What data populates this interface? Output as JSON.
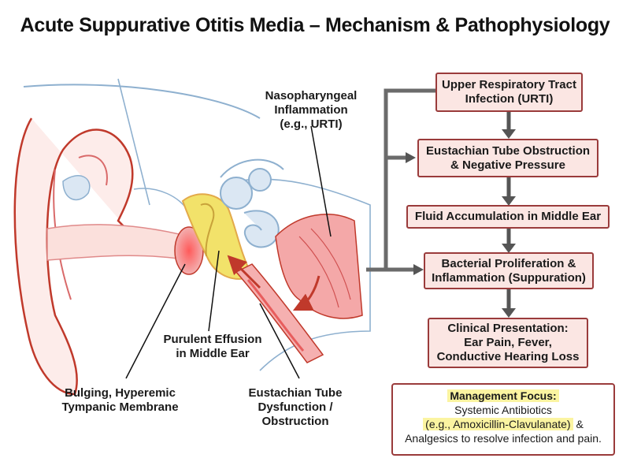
{
  "title": "Acute Suppurative Otitis Media – Mechanism & Pathophysiology",
  "labels": {
    "nasopharyngeal": [
      "Nasopharyngeal",
      "Inflammation",
      "(e.g., URTI)"
    ],
    "purulent": [
      "Purulent Effusion",
      "in Middle Ear"
    ],
    "tympanic": [
      "Bulging, Hyperemic",
      "Tympanic Membrane"
    ],
    "eustachian": [
      "Eustachian Tube",
      "Dysfunction /",
      "Obstruction"
    ]
  },
  "flow": [
    [
      "Upper Respiratory Tract",
      "Infection (URTI)"
    ],
    [
      "Eustachian Tube Obstruction",
      "& Negative Pressure"
    ],
    [
      "Fluid Accumulation in Middle Ear"
    ],
    [
      "Bacterial Proliferation &",
      "Inflammation (Suppuration)"
    ],
    [
      "Clinical Presentation:",
      "Ear Pain, Fever,",
      "Conductive Hearing Loss"
    ]
  ],
  "management": {
    "title": "Management Focus:",
    "line1": "Systemic Antibiotics",
    "drug": "(e.g., Amoxicillin-Clavulanate)",
    "amp": " &",
    "line3": "Analgesics to resolve infection and pain."
  },
  "colors": {
    "box_fill": "#fbe6e3",
    "box_border": "#9a3b3b",
    "arrow": "#555555",
    "highlight": "#fbf4a1",
    "inflammation": "#e23b3b",
    "pus": "#f2e26a"
  }
}
